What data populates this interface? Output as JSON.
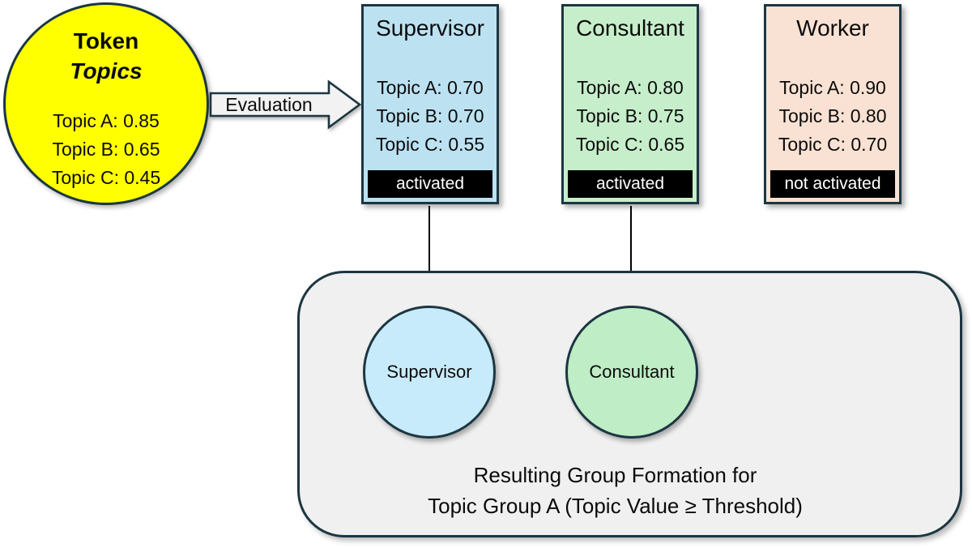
{
  "colors": {
    "outline": "#1c3642",
    "token_fill": "#ffff00",
    "evaluation_arrow_fill": "#f2f2f2",
    "supervisor_card_fill": "#bce2f2",
    "consultant_card_fill": "#c7eecb",
    "worker_card_fill": "#f9e2d3",
    "supervisor_circle_fill": "#c8ebfb",
    "consultant_circle_fill": "#bfedc5",
    "group_container_fill": "#f0f0f0",
    "status_bar_bg": "#000000",
    "status_bar_text": "#ffffff"
  },
  "token": {
    "title": "Token",
    "subtitle": "Topics",
    "topics": [
      "Topic A: 0.85",
      "Topic B: 0.65",
      "Topic C: 0.45"
    ]
  },
  "evaluation": {
    "label": "Evaluation"
  },
  "agents": [
    {
      "name": "Supervisor",
      "topics": [
        "Topic A: 0.70",
        "Topic B: 0.70",
        "Topic C: 0.55"
      ],
      "status": "activated"
    },
    {
      "name": "Consultant",
      "topics": [
        "Topic A: 0.80",
        "Topic B: 0.75",
        "Topic C: 0.65"
      ],
      "status": "activated"
    },
    {
      "name": "Worker",
      "topics": [
        "Topic A: 0.90",
        "Topic B: 0.80",
        "Topic C: 0.70"
      ],
      "status": "not activated"
    }
  ],
  "group": {
    "members": [
      {
        "label": "Supervisor"
      },
      {
        "label": "Consultant"
      }
    ],
    "caption_line1": "Resulting Group Formation for",
    "caption_line2": "Topic Group A (Topic Value ≥ Threshold)"
  }
}
